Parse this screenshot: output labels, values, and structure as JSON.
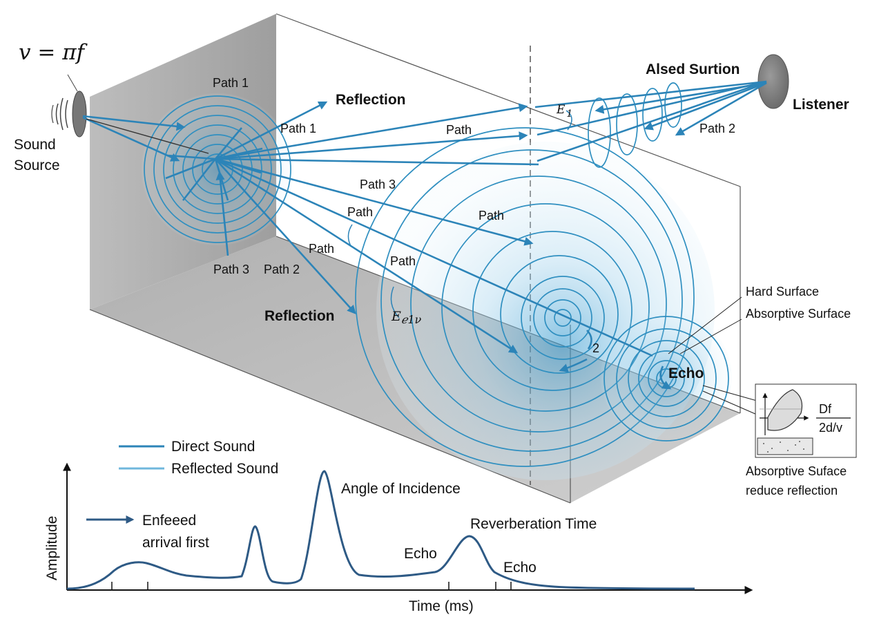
{
  "diagram": {
    "formula": "v = πf",
    "labels": {
      "sound_source": [
        "Sound",
        "Source"
      ],
      "listener": "Listener",
      "alsed_surtion": "Alsed Surtion",
      "reflection_top": "Reflection",
      "reflection_bottom": "Reflection",
      "path_1_top": "Path 1",
      "path_1_mid": "Path 1",
      "path_top_mid": "Path",
      "path_2_right": "Path 2",
      "path_3_mid": "Path 3",
      "path_a": "Path",
      "path_b": "Path",
      "path_c": "Path",
      "path_d": "Path",
      "path_3_bottom": "Path 3",
      "path_2_bottom": "Path 2",
      "e1_top": "E",
      "e1_top_sub": "1",
      "e_bottom": "E",
      "e_bottom_sub": "ℯ1ν",
      "num_2": "2",
      "echo_center": "Echo",
      "hard_surface": "Hard Surface",
      "absorptive_surface": "Absorptive Surface",
      "inset_fraction_top": "Df",
      "inset_fraction_bottom": "2d/v",
      "absorptive_note": [
        "Absorptive Suface",
        "reduce reflection"
      ]
    }
  },
  "legend": {
    "direct": "Direct Sound",
    "reflected": "Reflected Sound"
  },
  "graph": {
    "y_axis": "Amplitude",
    "x_axis": "Time (ms)",
    "arrow_note": [
      "Enfeeed",
      "arrival first"
    ],
    "angle_of_incidence": "Angle of Incidence",
    "reverberation_time": "Reverberation Time",
    "echo_1": "Echo",
    "echo_2": "Echo"
  },
  "colors": {
    "ray": "#2c84b8",
    "wave_ring": "#2f8fc0",
    "wall": "#a9a9a9",
    "curve": "#2e5a85"
  }
}
